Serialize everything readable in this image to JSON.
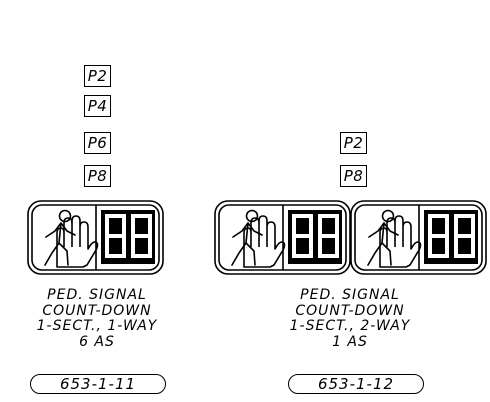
{
  "left": {
    "phases": [
      "P2",
      "P4",
      "P6",
      "P8"
    ],
    "label_lines": [
      "PED. SIGNAL",
      "COUNT-DOWN",
      "1-SECT., 1-WAY",
      "6 AS"
    ],
    "code": "653-1-11"
  },
  "right": {
    "phases": [
      "P2",
      "P8"
    ],
    "label_lines": [
      "PED. SIGNAL",
      "COUNT-DOWN",
      "1-SECT., 2-WAY",
      "1 AS"
    ],
    "code": "653-1-12"
  }
}
